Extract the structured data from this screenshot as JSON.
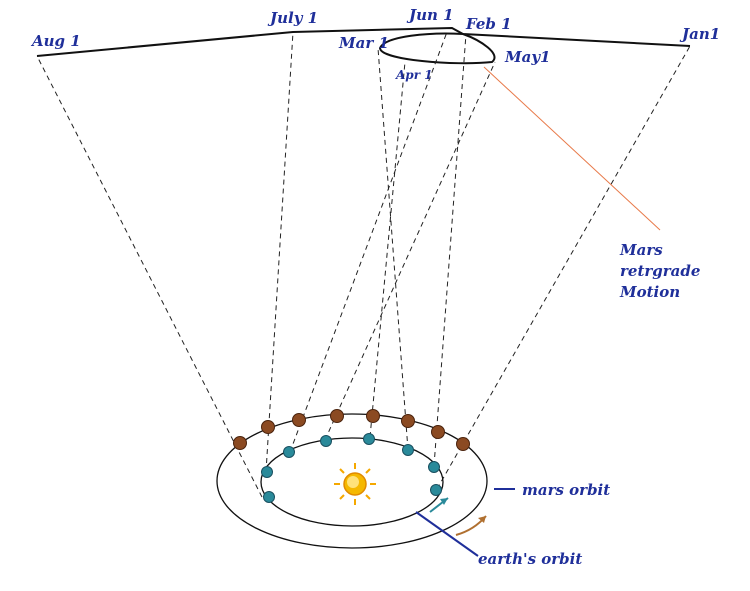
{
  "sky_labels": {
    "aug": "Aug 1",
    "july": "July 1",
    "jun": "Jun 1",
    "feb": "Feb 1",
    "jan": "Jan1",
    "mar": "Mar 1",
    "apr": "Apr 1",
    "may": "May1"
  },
  "annotation": {
    "line1": "Mars",
    "line2": "retrgrade",
    "line3": "Motion"
  },
  "orbit_labels": {
    "mars": "mars orbit",
    "earth": "earth's orbit"
  },
  "colors": {
    "label": "#1f2f9a",
    "leader": "#e87a4a",
    "mars_planet": "#8b4a22",
    "earth_planet": "#2a8a9a",
    "sun": "#f5b800",
    "orbit": "#111111"
  },
  "icons": {
    "sun": "sun-icon",
    "mars": "mars-planet-icon",
    "earth": "earth-planet-icon"
  }
}
